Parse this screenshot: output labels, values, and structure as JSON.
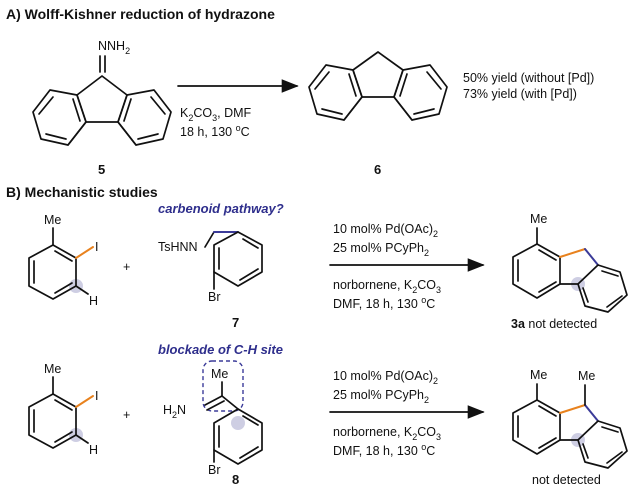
{
  "section_a": {
    "title": "A) Wolff-Kishner reduction of hydrazone",
    "reactant_group": "NNH",
    "reactant_sub": "2",
    "reagent": "K",
    "reagent_sub": "2",
    "reagent_rest": "CO",
    "reagent_sub2": "3",
    "reagent_tail": ", DMF",
    "conditions_line": "18 h, 130 ",
    "degree_sup": "o",
    "degree_tail": "C",
    "reactant_label": "5",
    "product_label": "6",
    "yield_without": "50% yield (without [Pd])",
    "yield_with": "73% yield (with [Pd])"
  },
  "section_b": {
    "title": "B) Mechanistic studies",
    "row1": {
      "aryl_me": "Me",
      "aryl_i": "I",
      "aryl_h": "H",
      "plus": "+",
      "note": "carbenoid pathway?",
      "hydrazone_group": "TsHNN",
      "br": "Br",
      "label": "7",
      "cat_line1": "10 mol% Pd(OAc)",
      "cat_line1_sub": "2",
      "cat_line2": "25 mol% PCyPh",
      "cat_line2_sub": "2",
      "cond_line1": "norbornene, K",
      "cond_line1_sub": "2",
      "cond_line1_mid": "CO",
      "cond_line1_sub2": "3",
      "cond_line2": "DMF,  18 h, 130 ",
      "cond_sup": "o",
      "cond_tail": "C",
      "product_me": "Me",
      "result_bold": "3a",
      "result_rest": " not detected"
    },
    "row2": {
      "aryl_me": "Me",
      "aryl_i": "I",
      "aryl_h": "H",
      "plus": "+",
      "note": "blockade of C-H site",
      "hydrazone_me": "Me",
      "hydrazone_group": "H",
      "hydrazone_sub": "2",
      "hydrazone_n": "N",
      "br": "Br",
      "label": "8",
      "cat_line1": "10 mol% Pd(OAc)",
      "cat_line1_sub": "2",
      "cat_line2": "25 mol% PCyPh",
      "cat_line2_sub": "2",
      "cond_line1": "norbornene, K",
      "cond_line1_sub": "2",
      "cond_line1_mid": "CO",
      "cond_line1_sub2": "3",
      "cond_line2": "DMF,  18 h, 130 ",
      "cond_sup": "o",
      "cond_tail": "C",
      "product_me1": "Me",
      "product_me2": "Me",
      "result": "not detected"
    },
    "colors": {
      "new_bond_orange": "#e8821e",
      "new_bond_blue": "#3b3b99",
      "highlight": "#c9c9e0",
      "note_text": "#2e2e8c"
    }
  }
}
